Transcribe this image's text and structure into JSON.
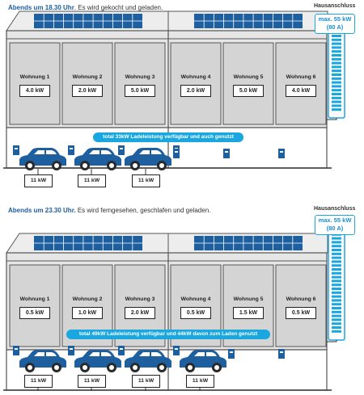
{
  "scenes": [
    {
      "caption_bold": "Abends um 18.30 Uhr",
      "caption_rest": ". Es wird gekocht und geladen.",
      "house_connection_label": "Hausanschluss",
      "max_line1": "max. 55 kW",
      "max_line2": "(80 A)",
      "banner": "total 33kW Ladeleistung verfügbar und auch genutzt",
      "flats": [
        {
          "name": "Wohnung 1",
          "power": "4.0 kW"
        },
        {
          "name": "Wohnung 2",
          "power": "2.0 kW"
        },
        {
          "name": "Wohnung 3",
          "power": "5.0 kW"
        },
        {
          "name": "Wohnung 4",
          "power": "2.0 kW"
        },
        {
          "name": "Wohnung 5",
          "power": "5.0 kW"
        },
        {
          "name": "Wohnung 6",
          "power": "4.0 kW"
        }
      ],
      "chargers": [
        "11 kW",
        "11 kW",
        "11 kW"
      ],
      "cars_count": 3
    },
    {
      "caption_bold": "Abends um 23.30 Uhr.",
      "caption_rest": " Es wird ferngesehen, geschlafen und geladen.",
      "house_connection_label": "Hausanschluss",
      "max_line1": "max. 55 kW",
      "max_line2": "(80 A)",
      "banner": "total 49kW Ladeleistung verfügbar und 44kW davon zum Laden genutzt",
      "flats": [
        {
          "name": "Wohnung 1",
          "power": "0.5 kW"
        },
        {
          "name": "Wohnung 2",
          "power": "1.0 kW"
        },
        {
          "name": "Wohnung 3",
          "power": "2.0 kW"
        },
        {
          "name": "Wohnung 4",
          "power": "0.5 kW"
        },
        {
          "name": "Wohnung 5",
          "power": "1.5 kW"
        },
        {
          "name": "Wohnung 6",
          "power": "0.5 kW"
        }
      ],
      "chargers": [
        "11 kW",
        "11 kW",
        "11 kW",
        "11 kW"
      ],
      "cars_count": 4
    }
  ],
  "colors": {
    "accent": "#1aa7e0",
    "caption_bold": "#1e5fa0",
    "wall": "#e6e6e6",
    "floor_fill": "#d4d4d4",
    "frame": "#555555",
    "solar": "#1e5fa0",
    "car": "#1e5fa0"
  },
  "icons": [
    "solar-panel-icon",
    "car-icon",
    "wallbox-icon",
    "meter-bar-icon"
  ]
}
